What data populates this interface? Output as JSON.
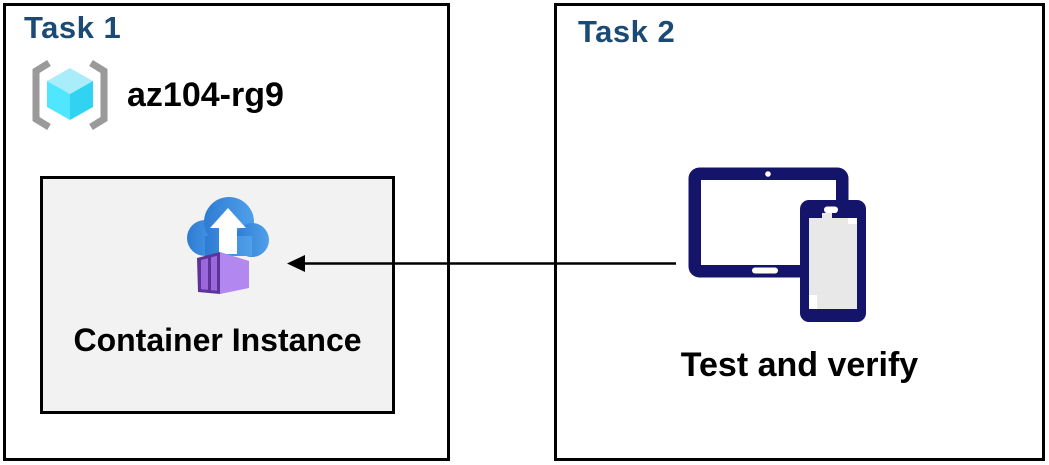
{
  "task1": {
    "title": "Task 1",
    "resource_group_name": "az104-rg9",
    "container_label": "Container Instance",
    "icons": {
      "resource_group": "resource-group-brackets-cube-icon",
      "container_instance": "cloud-upload-container-icon"
    }
  },
  "task2": {
    "title": "Task 2",
    "device_label": "Test and verify",
    "icons": {
      "devices": "tablet-and-phone-icon"
    }
  },
  "connection": {
    "type": "arrow",
    "from": "tablet-and-phone-icon",
    "to": "cloud-upload-container-icon",
    "direction": "right-to-left"
  },
  "colors": {
    "title_blue": "#1B4B74",
    "panel_border": "#000000",
    "inner_box_fill": "#F2F2F2",
    "inner_box_border": "#000000",
    "text_black": "#000000",
    "device_navy": "#14146B",
    "phone_screen_gray": "#E8E8E8",
    "cloud_blue_dark": "#2E7CD3",
    "cloud_blue_light": "#4FA0EA",
    "container_front_purple": "#5D3399",
    "container_panel_purple": "#9A67DC",
    "container_side_purple": "#B287F0",
    "cube_top_cyan": "#A9EDFB",
    "cube_left_cyan": "#50E6FF",
    "cube_right_cyan": "#31D3F3",
    "bracket_gray": "#9A9A9A",
    "arrow_black": "#000000"
  }
}
